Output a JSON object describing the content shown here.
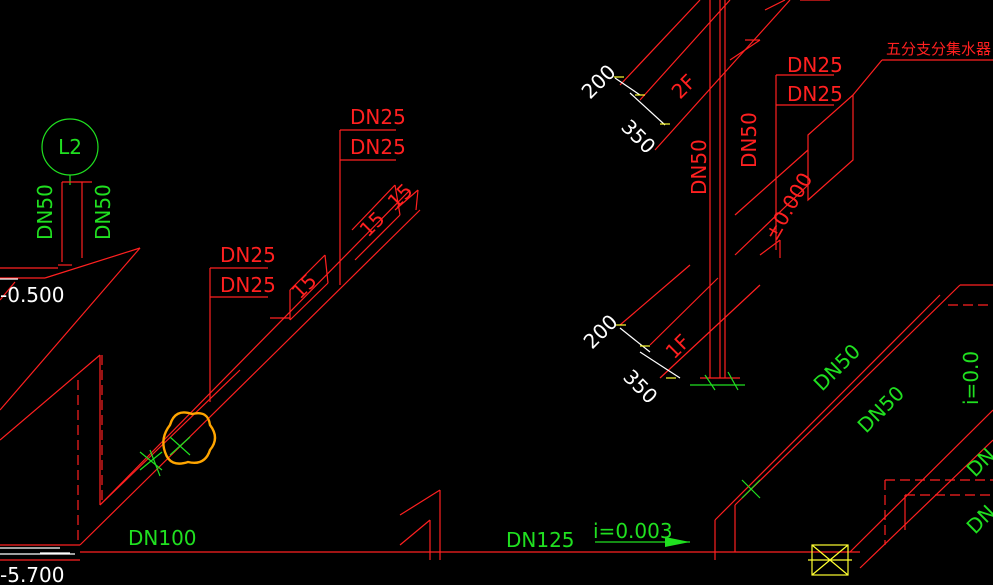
{
  "labels": {
    "circle_tag": "L2",
    "dn50_a": "DN50",
    "dn50_b": "DN50",
    "elev_left": "-0.500",
    "dn25_1": "DN25",
    "dn25_2": "DN25",
    "dn25_3": "DN25",
    "dn25_4": "DN25",
    "dn25_5": "DN25",
    "dn25_6": "DN25",
    "n15_1": "15",
    "n15_2": "15",
    "n15_3": "15",
    "dim200_top": "200",
    "dim350_top": "350",
    "floor_2f": "2F",
    "dim200_bot": "200",
    "dim350_bot": "350",
    "floor_1f": "1F",
    "dn50_v1": "DN50",
    "dn50_v2": "DN50",
    "elev_zero": "±0.000",
    "manifold": "五分支分集水器",
    "dn50_r1": "DN50",
    "dn50_r2": "DN50",
    "dn_r3": "DN",
    "dn_r4": "DN",
    "slope_right": "i=0.0",
    "dn100": "DN100",
    "dn125": "DN125",
    "slope": "i=0.003",
    "elev_bottom": "-5.700"
  },
  "colors": {
    "background": "#000000",
    "pipe": "#ff2020",
    "label": "#20e020",
    "dimension": "#ffffff",
    "tick": "#ffff30",
    "highlight": "#ffa500"
  }
}
